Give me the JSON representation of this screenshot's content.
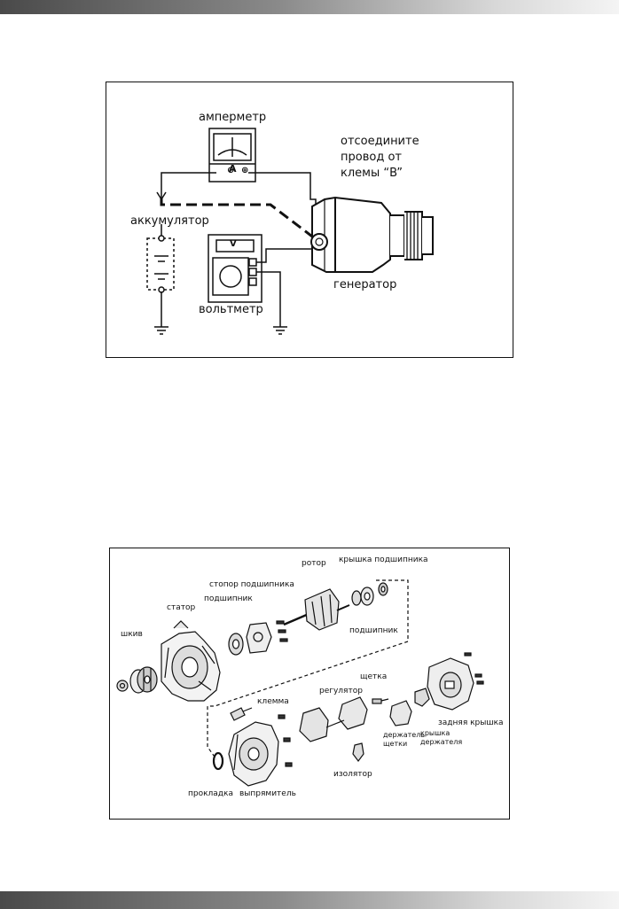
{
  "figure1": {
    "labels": {
      "ammeter": "амперметр",
      "disconnect": [
        "отсоедините",
        "провод от",
        "клемы “B”"
      ],
      "battery": "аккумулятор",
      "voltmeter": "вольтметр",
      "generator": "генератор"
    },
    "meter_letters": {
      "ammeter": "A",
      "voltmeter": "V"
    },
    "terminal_signs": {
      "minus": "⊖",
      "plus": "⊕"
    }
  },
  "figure2": {
    "labels": {
      "rotor": "ротор",
      "bearing_cover": "крышка подшипника",
      "bearing_stopper": "стопор подшипника",
      "bearing_left": "подшипник",
      "bearing_right": "подшипник",
      "stator": "статор",
      "pulley": "шкив",
      "brush": "щетка",
      "terminal": "клемма",
      "regulator": "регулятор",
      "rear_cover": "задняя крышка",
      "brush_holder": [
        "держатель",
        "щетки"
      ],
      "holder_cover": [
        "крышка",
        "держателя"
      ],
      "insulator": "изолятор",
      "gasket": "прокладка",
      "rectifier": "выпрямитель"
    }
  }
}
